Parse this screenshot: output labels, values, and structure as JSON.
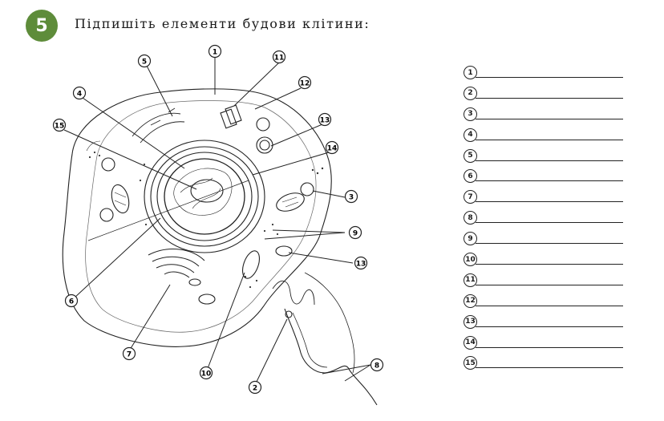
{
  "task": {
    "number": "5",
    "instruction": "Підпишіть елементи будови клітини:"
  },
  "diagram": {
    "callouts": [
      "1",
      "2",
      "3",
      "4",
      "5",
      "6",
      "7",
      "8",
      "9",
      "10",
      "11",
      "12",
      "13",
      "14",
      "15"
    ],
    "repeat_labels": {
      "label_9": "9",
      "label_13b": "13"
    }
  },
  "answer_lines": [
    "1",
    "2",
    "3",
    "4",
    "5",
    "6",
    "7",
    "8",
    "9",
    "10",
    "11",
    "12",
    "13",
    "14",
    "15"
  ],
  "colors": {
    "badge": "#5e8c3a",
    "ink": "#1a1a1a"
  }
}
